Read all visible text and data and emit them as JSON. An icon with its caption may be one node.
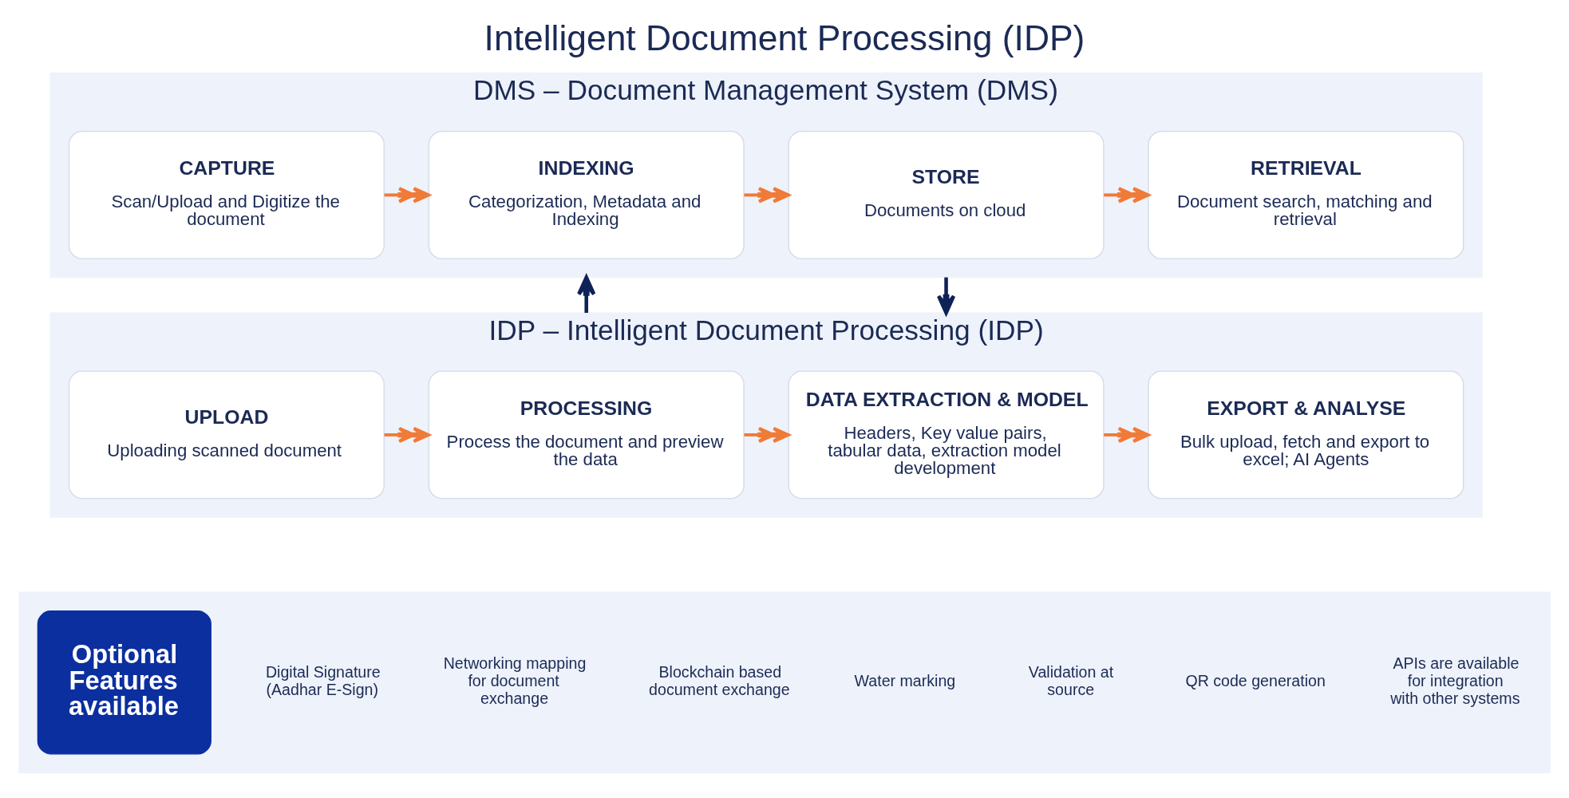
{
  "diagram": {
    "title": "Intelligent Document Processing (IDP)",
    "nodes": [
      {
        "text": [
          "DMS – Document Management System (DMS)"
        ]
      },
      {
        "text": [
          "CAPTURE",
          "Scan/Upload and Digitize the document"
        ],
        "in": 0
      },
      {
        "text": [
          "INDEXING",
          "Categorization, Metadata and Indexing"
        ],
        "in": 0
      },
      {
        "text": [
          "STORE",
          "Documents on cloud"
        ],
        "in": 0
      },
      {
        "text": [
          "RETRIEVAL",
          "Document search, matching and retrieval"
        ],
        "in": 0
      },
      {
        "text": [
          "IDP – Intelligent Document Processing (IDP)"
        ]
      },
      {
        "text": [
          "UPLOAD",
          "Uploading scanned document"
        ],
        "in": 5
      },
      {
        "text": [
          "PROCESSING",
          "Process the document and preview the data"
        ],
        "in": 5
      },
      {
        "text": [
          "DATA EXTRACTION & MODEL",
          "Headers, Key value pairs, tabular data, extraction model development"
        ],
        "in": 5
      },
      {
        "text": [
          "EXPORT & ANALYSE",
          "Bulk upload, fetch and export to excel; AI Agents"
        ],
        "in": 5
      },
      {
        "text": [],
        "shape": "box"
      },
      {
        "text": [
          "Optional Features available"
        ],
        "in": 10
      },
      {
        "text": [
          "Digital Signature (Aadhar E-Sign)"
        ],
        "in": 10
      },
      {
        "text": [
          "Networking mapping for document exchange"
        ],
        "in": 10
      },
      {
        "text": [
          "Blockchain based document exchange"
        ],
        "in": 10
      },
      {
        "text": [
          "Water marking"
        ],
        "in": 10
      },
      {
        "text": [
          "Validation at source"
        ],
        "in": 10
      },
      {
        "text": [
          "QR code generation"
        ],
        "in": 10
      },
      {
        "text": [
          "APIs are available for integration with other systems"
        ],
        "in": 10
      }
    ],
    "edges": [
      {
        "from": 1,
        "to": 2,
        "arrow": "to"
      },
      {
        "from": 2,
        "to": 3,
        "arrow": "to"
      },
      {
        "from": 3,
        "to": 4,
        "arrow": "to"
      },
      {
        "from": 6,
        "to": 7,
        "arrow": "to"
      },
      {
        "from": 7,
        "to": 8,
        "arrow": "to"
      },
      {
        "from": 8,
        "to": 9,
        "arrow": "to"
      },
      {
        "from": 0,
        "to": 5,
        "arrow": "to",
        "color": "#0d2257"
      },
      {
        "from": 5,
        "to": 0,
        "arrow": "to",
        "color": "#0d2257"
      }
    ]
  }
}
